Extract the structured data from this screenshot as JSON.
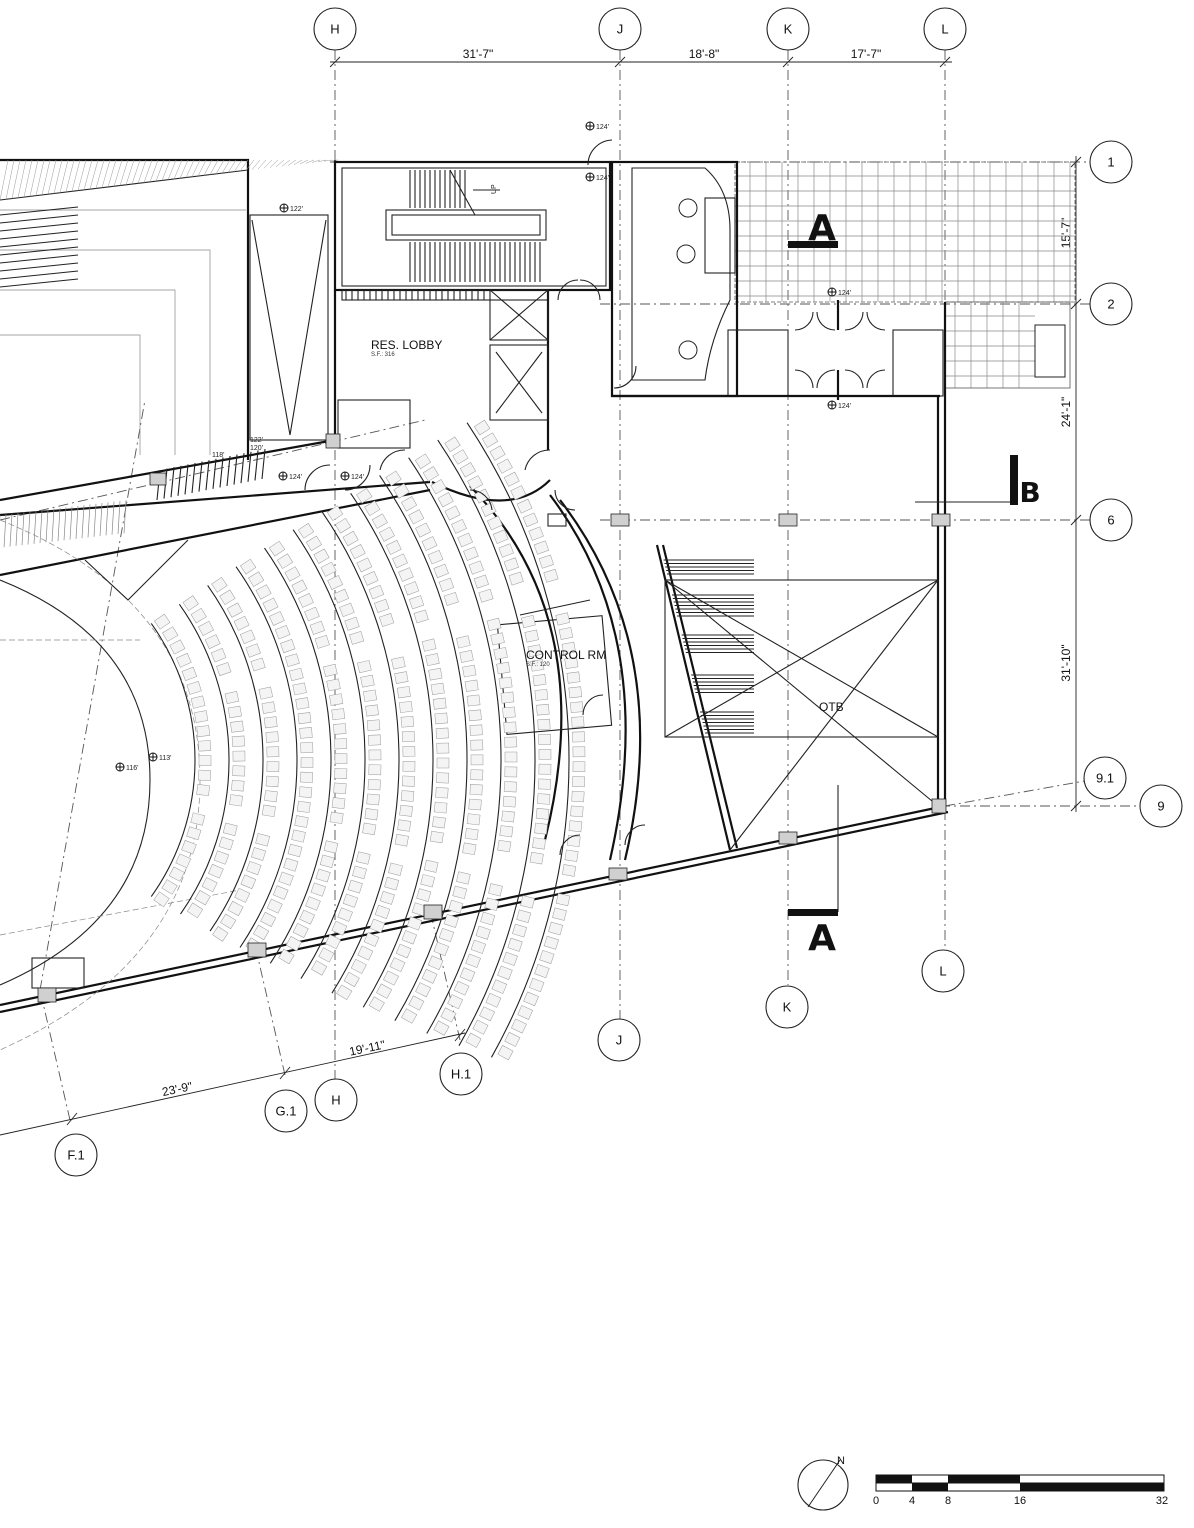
{
  "grid": {
    "columns": [
      {
        "label": "H"
      },
      {
        "label": "J"
      },
      {
        "label": "K"
      },
      {
        "label": "L"
      },
      {
        "label": "F.1"
      },
      {
        "label": "G.1"
      },
      {
        "label": "H.1"
      }
    ],
    "rows": [
      {
        "label": "1"
      },
      {
        "label": "2"
      },
      {
        "label": "6"
      },
      {
        "label": "9.1"
      },
      {
        "label": "9"
      }
    ]
  },
  "dimensions": {
    "top": [
      "31'-7\"",
      "18'-8\"",
      "17'-7\""
    ],
    "right": [
      "15'-7\"",
      "24'-1\"",
      "31'-10\""
    ],
    "bottom": [
      "19'-11\"",
      "23'-9\""
    ]
  },
  "rooms": [
    {
      "name": "RES. LOBBY",
      "sf": "S.F.: 316"
    },
    {
      "name": "CONTROL RM",
      "sf": "S.F.: 120"
    },
    {
      "name": "OTB",
      "sf": ""
    }
  ],
  "elevations": [
    "124'",
    "124'",
    "122'",
    "124'",
    "124'",
    "124'",
    "124'",
    "122'",
    "120'",
    "118'",
    "116'",
    "113'"
  ],
  "sections": {
    "a_top": "A",
    "a_bottom": "A",
    "b": "B"
  },
  "stair": {
    "up_label": "UP"
  },
  "north": {
    "label": "N"
  },
  "scale": {
    "ticks": [
      "0",
      "4",
      "8",
      "16",
      "32"
    ]
  }
}
